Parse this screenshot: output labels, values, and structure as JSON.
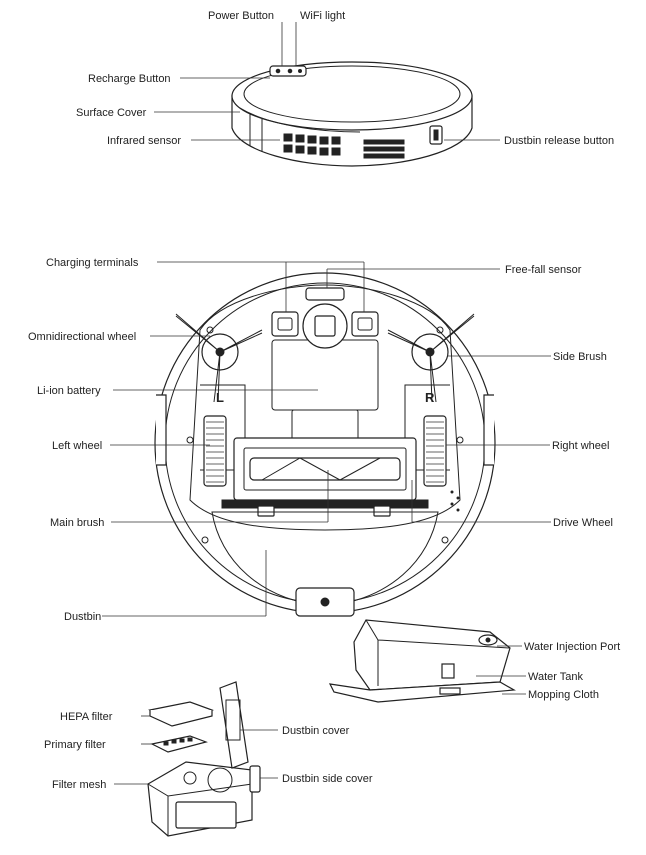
{
  "labels": {
    "power_button": "Power Button",
    "wifi_light": "WiFi light",
    "recharge_button": "Recharge Button",
    "surface_cover": "Surface Cover",
    "infrared_sensor": "Infrared sensor",
    "dustbin_release_button": "Dustbin release button",
    "charging_terminals": "Charging terminals",
    "free_fall_sensor": "Free-fall sensor",
    "omnidirectional_wheel": "Omnidirectional wheel",
    "side_brush": "Side Brush",
    "li_ion_battery": "Li-ion battery",
    "left_wheel": "Left wheel",
    "right_wheel": "Right wheel",
    "main_brush": "Main brush",
    "drive_wheel": "Drive Wheel",
    "dustbin": "Dustbin",
    "water_injection_port": "Water Injection Port",
    "water_tank": "Water Tank",
    "mopping_cloth": "Mopping Cloth",
    "hepa_filter": "HEPA filter",
    "primary_filter": "Primary filter",
    "dustbin_cover": "Dustbin cover",
    "filter_mesh": "Filter mesh",
    "dustbin_side_cover": "Dustbin side cover"
  },
  "wheel_marks": {
    "left": "L",
    "right": "R"
  }
}
